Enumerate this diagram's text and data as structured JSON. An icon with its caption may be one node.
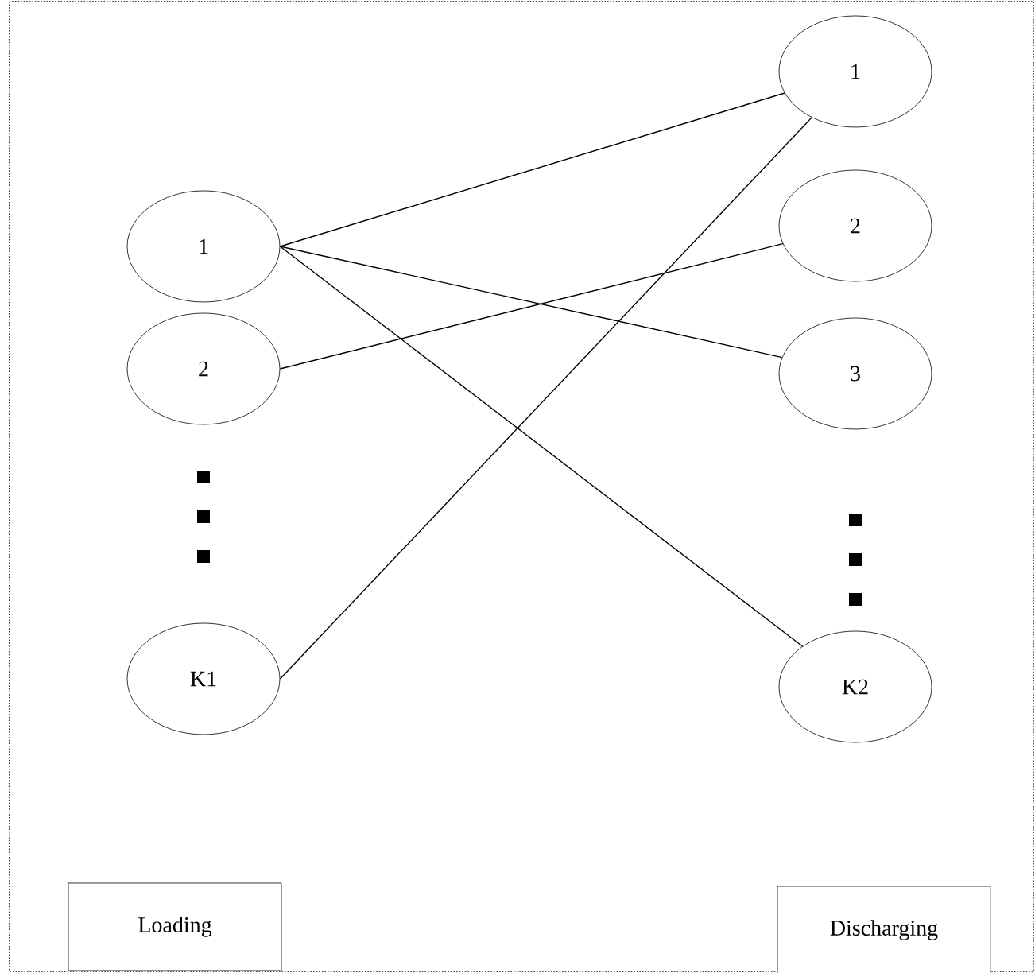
{
  "diagram": {
    "nodes": [
      {
        "text": [
          "1"
        ]
      },
      {
        "text": [
          "2"
        ]
      },
      {
        "text": [
          "K1"
        ]
      },
      {
        "text": [
          "1"
        ]
      },
      {
        "text": [
          "2"
        ]
      },
      {
        "text": [
          "3"
        ]
      },
      {
        "text": [
          "K2"
        ]
      },
      {
        "text": [
          "Loading"
        ]
      },
      {
        "text": [
          "Discharging"
        ]
      }
    ],
    "edges": [
      {
        "from": 0,
        "to": 3,
        "arrow": "none"
      },
      {
        "from": 0,
        "to": 5,
        "arrow": "none"
      },
      {
        "from": 0,
        "to": 6,
        "arrow": "none"
      },
      {
        "from": 1,
        "to": 4,
        "arrow": "none"
      },
      {
        "from": 2,
        "to": 3,
        "arrow": "none"
      }
    ]
  }
}
